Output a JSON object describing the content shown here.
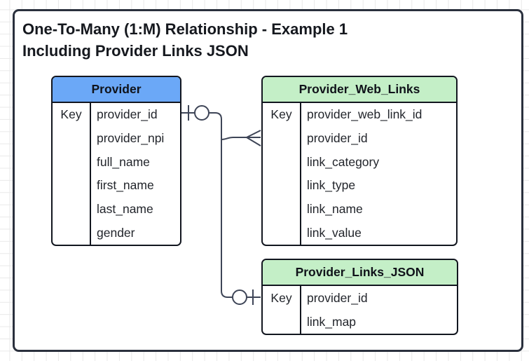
{
  "title": {
    "line1": "One-To-Many (1:M) Relationship - Example 1",
    "line2": "Including Provider Links JSON"
  },
  "tables": {
    "provider": {
      "name": "Provider",
      "key_label": "Key",
      "header_color": "#6BA8F7",
      "fields": [
        "provider_id",
        "provider_npi",
        "full_name",
        "first_name",
        "last_name",
        "gender"
      ]
    },
    "provider_web_links": {
      "name": "Provider_Web_Links",
      "key_label": "Key",
      "header_color": "#C4EFC7",
      "fields": [
        "provider_web_link_id",
        "provider_id",
        "link_category",
        "link_type",
        "link_name",
        "link_value"
      ]
    },
    "provider_links_json": {
      "name": "Provider_Links_JSON",
      "key_label": "Key",
      "header_color": "#C4EFC7",
      "fields": [
        "provider_id",
        "link_map"
      ]
    }
  },
  "relationships": [
    {
      "from_table": "Provider",
      "from_field": "provider_id",
      "from_symbol": "bar-circle (one / zero)",
      "to_table": "Provider_Web_Links",
      "to_field": "provider_id",
      "to_symbol": "crow's foot (many)"
    },
    {
      "from_table": "Provider",
      "from_field": "provider_id",
      "from_symbol": "bar-circle (one / zero)",
      "to_table": "Provider_Links_JSON",
      "to_field": "provider_id",
      "to_symbol": "circle-bar (zero or one)"
    }
  ],
  "colors": {
    "provider_header": "#6BA8F7",
    "links_header": "#C4EFC7",
    "table_border": "#12161f",
    "connector": "#3e4557",
    "frame_border": "#2a303d",
    "grid_line": "#e9e9e9",
    "canvas_bg": "#ffffff",
    "text": "#14171c"
  }
}
